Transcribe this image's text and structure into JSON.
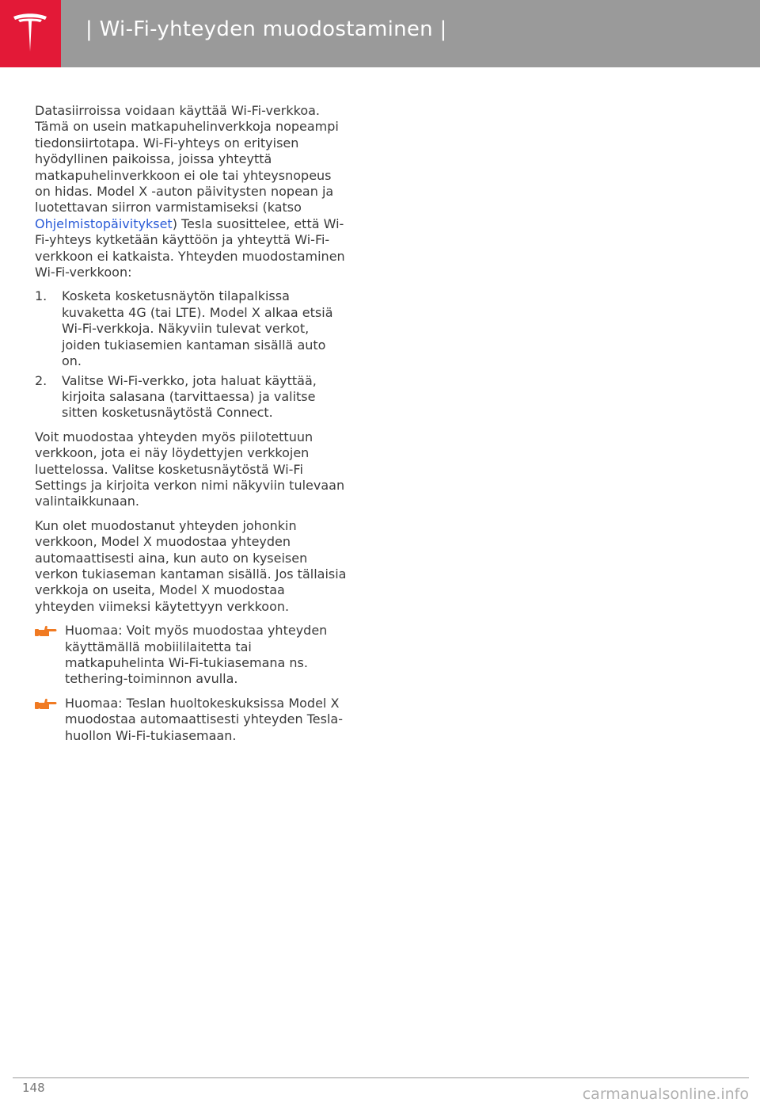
{
  "header": {
    "title": "| Wi-Fi-yhteyden muodostaminen |"
  },
  "body": {
    "intro_before_link": "Datasiirroissa voidaan käyttää Wi-Fi-verkkoa. Tämä on usein matkapuhelinverkkoja nopeampi tiedonsiirtotapa. Wi-Fi-yhteys on erityisen hyödyllinen paikoissa, joissa yhteyttä matkapuhelinverkkoon ei ole tai yhteysnopeus on hidas. Model X -auton päivitysten nopean ja luotettavan siirron varmistamiseksi (katso ",
    "intro_link": "Ohjelmistopäivitykset",
    "intro_after_link": ") Tesla suosittelee, että Wi-Fi-yhteys kytketään käyttöön ja yhteyttä Wi-Fi-verkkoon ei katkaista. Yhteyden muodostaminen Wi-Fi-verkkoon:",
    "steps": [
      {
        "num": "1.",
        "text": "Kosketa kosketusnäytön tilapalkissa kuvaketta 4G (tai LTE). Model X alkaa etsiä Wi-Fi-verkkoja. Näkyviin tulevat verkot, joiden tukiasemien kantaman sisällä auto on."
      },
      {
        "num": "2.",
        "text": "Valitse Wi-Fi-verkko, jota haluat käyttää, kirjoita salasana (tarvittaessa) ja valitse sitten kosketusnäytöstä Connect."
      }
    ],
    "para_hidden": "Voit muodostaa yhteyden myös piilotettuun verkkoon, jota ei näy löydettyjen verkkojen luettelossa. Valitse kosketusnäytöstä Wi-Fi Settings ja kirjoita verkon nimi näkyviin tulevaan valintaikkunaan.",
    "para_auto": "Kun olet muodostanut yhteyden johonkin verkkoon, Model X muodostaa yhteyden automaattisesti aina, kun auto on kyseisen verkon tukiaseman kantaman sisällä. Jos tällaisia verkkoja on useita, Model X muodostaa yhteyden viimeksi käytettyyn verkkoon.",
    "notes": [
      {
        "text": "Huomaa: Voit myös muodostaa yhteyden käyttämällä mobiililaitetta tai matkapuhelinta Wi-Fi-tukiasemana ns. tethering-toiminnon avulla."
      },
      {
        "text": "Huomaa: Teslan huoltokeskuksissa Model X muodostaa automaattisesti yhteyden Tesla-huollon Wi-Fi-tukiasemaan."
      }
    ]
  },
  "footer": {
    "page_number": "148",
    "watermark": "carmanualsonline.info"
  },
  "colors": {
    "brand_red": "#e31937",
    "header_gray": "#9a9a9a",
    "link_blue": "#2a5bd7",
    "note_orange": "#f07a22"
  },
  "icons": {
    "logo": "tesla-logo-icon",
    "note": "pointing-hand-icon"
  }
}
